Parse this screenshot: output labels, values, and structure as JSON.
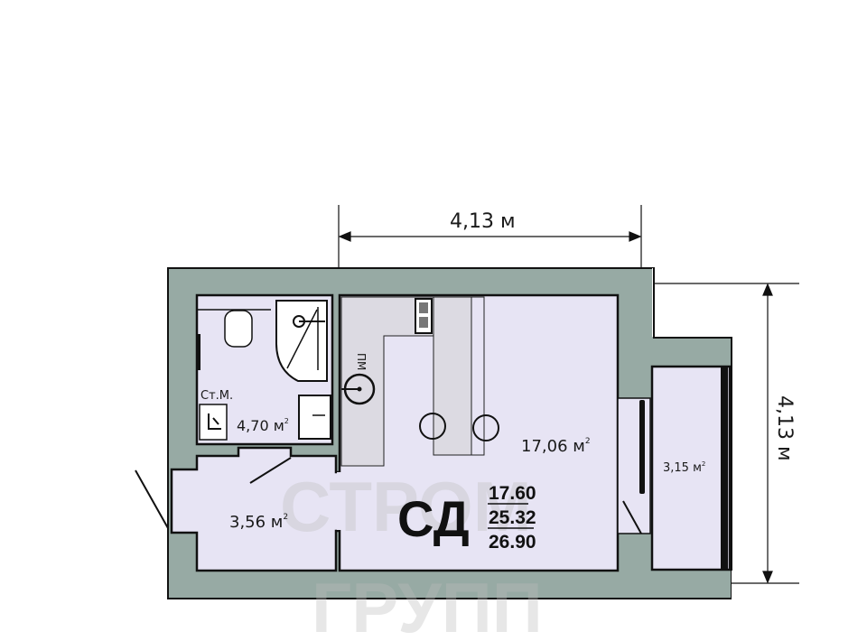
{
  "dimensions": {
    "width_label": "4,13 м",
    "height_label": "4,13 м"
  },
  "rooms": {
    "bathroom_area": "4,70 м",
    "hall_area": "3,56 м",
    "living_area": "17,06 м",
    "balcony_area": "3,15 м",
    "sup": "2"
  },
  "labels": {
    "washer": "Ст.М.",
    "dishwasher": "ПМ"
  },
  "apartment": {
    "type": "СД",
    "living": "17.60",
    "total": "25.32",
    "total_with_balcony": "26.90"
  },
  "watermark": {
    "line1": "СТРОМ",
    "line2": "ГРУПП"
  },
  "colors": {
    "wall": "#97aaa4",
    "floor": "#e7e4f4",
    "kitchen": "#dcdae2",
    "line": "#111111"
  }
}
